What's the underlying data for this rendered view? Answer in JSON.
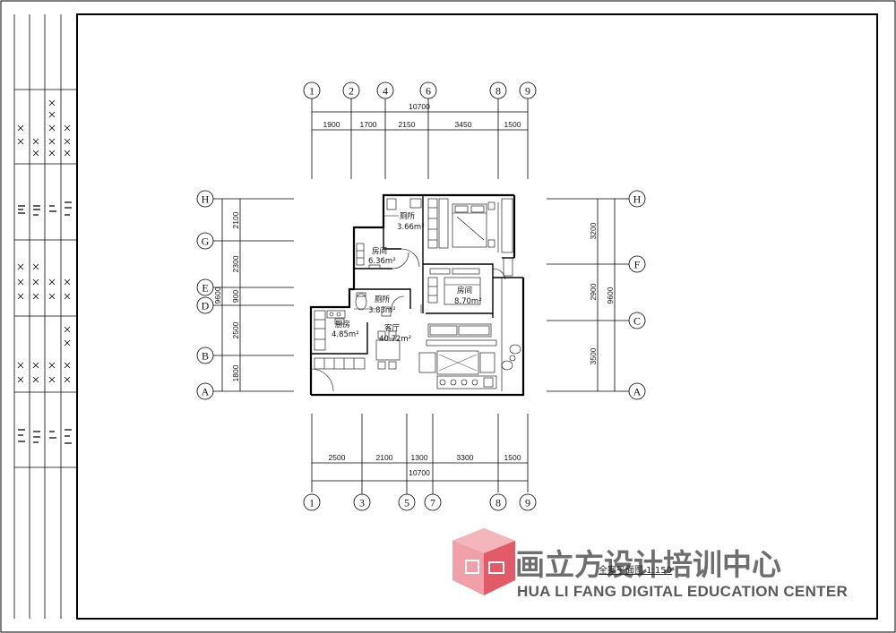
{
  "drawing": {
    "title": "全案平面图 1:150",
    "grid_top": [
      "1",
      "2",
      "4",
      "6",
      "8",
      "9"
    ],
    "grid_bottom": [
      "1",
      "3",
      "5",
      "7",
      "8",
      "9"
    ],
    "grid_left": [
      "H",
      "G",
      "E",
      "D",
      "B",
      "A"
    ],
    "grid_right": [
      "H",
      "F",
      "C",
      "A"
    ],
    "dims_top_total": "10700",
    "dims_top": [
      "1900",
      "1700",
      "2150",
      "3450",
      "1500"
    ],
    "dims_bottom_total": "10700",
    "dims_bottom": [
      "2500",
      "2100",
      "1300",
      "3300",
      "1500"
    ],
    "dims_left_total": "9600",
    "dims_left": [
      "2100",
      "2300",
      "900",
      "2500",
      "1800"
    ],
    "dims_right_total": "9600",
    "dims_right": [
      "3200",
      "2900",
      "3500"
    ],
    "rooms": [
      {
        "name": "厕所",
        "area": "3.66m²"
      },
      {
        "name": "房间",
        "area": "6.36m²"
      },
      {
        "name": "房间",
        "area": "8.70m²"
      },
      {
        "name": "厕所",
        "area": "3.83m²"
      },
      {
        "name": "厨房",
        "area": "4.85m²"
      },
      {
        "name": "客厅",
        "area": "40.72m²"
      }
    ]
  },
  "logo": {
    "cn": "画立方设计培训中心",
    "en": "HUA LI FANG DIGITAL EDUCATION CENTER",
    "colors": {
      "accent": "#e8737e",
      "accent_dark": "#d9505e",
      "text": "#6e6e6e"
    }
  }
}
